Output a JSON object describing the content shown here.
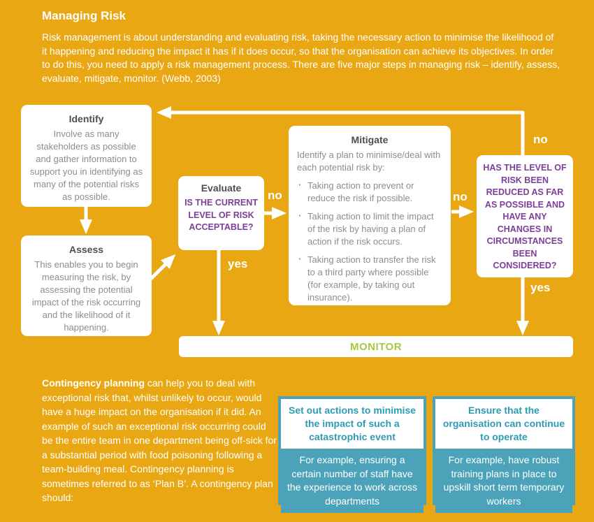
{
  "header": {
    "title": "Managing Risk",
    "intro": "Risk management is about understanding and evaluating risk, taking the necessary action to minimise the likelihood of it happening and reducing the impact it has if it does occur, so that the organisation can achieve its objectives. In order to do this, you need to apply a risk management process. There are five major steps in managing risk – identify, assess, evaluate, mitigate, monitor. (Webb, 2003)"
  },
  "colors": {
    "background": "#E8A713",
    "box_title_gray": "#4D4E50",
    "box_body_gray": "#8B8D90",
    "question_purple": "#7D3E98",
    "monitor_green": "#A5C93F",
    "card_teal": "#4CA3B9",
    "arrow_white": "#FFFFFF"
  },
  "flowchart": {
    "identify": {
      "title": "Identify",
      "body": "Involve as many stakeholders as possible and gather information to support you in identifying as many of the potential risks as possible."
    },
    "assess": {
      "title": "Assess",
      "body": "This enables you to begin measuring the risk, by assessing the potential impact of the risk occurring and the likelihood of it happening."
    },
    "evaluate": {
      "title": "Evaluate",
      "question": "IS THE CURRENT LEVEL OF RISK ACCEPTABLE?"
    },
    "mitigate": {
      "title": "Mitigate",
      "intro": "Identify a plan to minimise/deal with each potential risk by:",
      "bullets": [
        "Taking action to prevent or reduce the risk if possible.",
        "Taking action to limit the impact of the risk by having a plan of action if the risk occurs.",
        "Taking action to transfer the risk to a third party where possible (for example, by taking out insurance)."
      ]
    },
    "review": {
      "question": "HAS THE LEVEL OF RISK BEEN REDUCED AS FAR AS POSSIBLE AND HAVE ANY CHANGES IN CIRCUMSTANCES BEEN CONSIDERED?"
    },
    "monitor": {
      "label": "MONITOR"
    },
    "labels": {
      "evaluate_no": "no",
      "evaluate_yes": "yes",
      "mitigate_no": "no",
      "review_no": "no",
      "review_yes": "yes"
    }
  },
  "contingency": {
    "lead": "Contingency planning",
    "body": " can help you to deal with exceptional risk that, whilst unlikely to occur, would have a huge impact on the organisation if it did. An example of such an exceptional risk occurring could be the entire team in one department being off-sick for a substantial period with food poisoning following a team-building meal. Contingency planning is sometimes referred to as ‘Plan B’. A contingency plan should:",
    "cards": [
      {
        "header": "Set out actions to minimise the impact of such a catastrophic event",
        "body": "For example, ensuring a certain number of staff have the experience to work across departments"
      },
      {
        "header": "Ensure that the organisation can continue to operate",
        "body": "For example, have robust training plans in place to upskill short term temporary workers"
      }
    ]
  }
}
